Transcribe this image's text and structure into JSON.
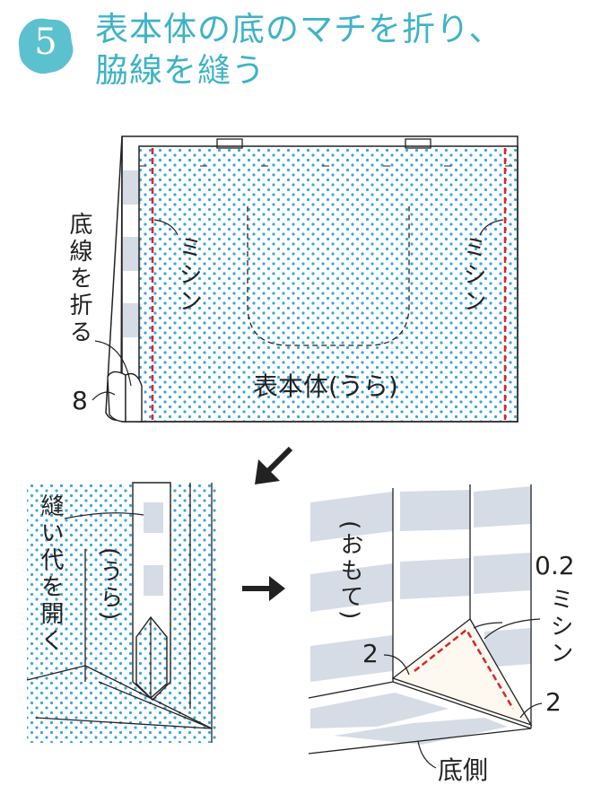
{
  "step": {
    "number": "5"
  },
  "title": {
    "line1": "表本体の底のマチを折り、",
    "line2": "脇線を縫う"
  },
  "labels": {
    "bottom_fold": "底線を折る",
    "allowance_8": "8",
    "machine_left": "ミシン",
    "machine_right": "ミシン",
    "body_back": "表本体(うら)",
    "open_seam": "縫い代を開く",
    "back_side": "(うら)",
    "front_side": "(おもて)",
    "stitch_02": "0.2",
    "machine_3": "ミシン",
    "num_2_left": "2",
    "num_2_right": "2",
    "bottom_side": "底側"
  },
  "colors": {
    "accent": "#3eb3c6",
    "dots": "#3aa6d9",
    "stitch": "#d9252b",
    "stripe": "#d6dce6"
  }
}
